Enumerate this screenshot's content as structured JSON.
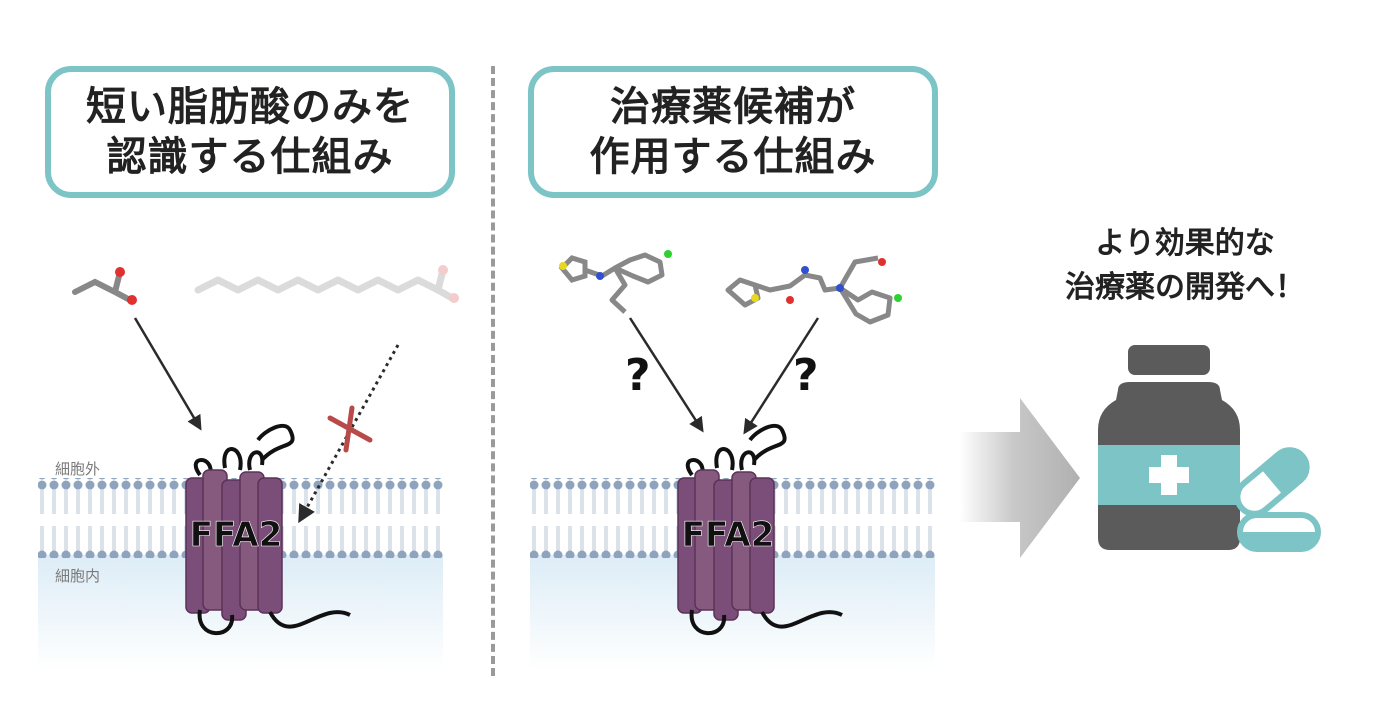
{
  "left_panel": {
    "title_lines": [
      "短い脂肪酸のみを",
      "認識する仕組み"
    ],
    "extracellular_label": "細胞外",
    "intracellular_label": "細胞内",
    "receptor_label": "FFA2"
  },
  "middle_panel": {
    "title_lines": [
      "治療薬候補が",
      "作用する仕組み"
    ],
    "receptor_label": "FFA2",
    "question_marks": [
      "?",
      "?"
    ]
  },
  "right_panel": {
    "caption_lines": [
      "より効果的な",
      "治療薬の開発へ！"
    ]
  },
  "colors": {
    "teal": "#7cc4c6",
    "receptor_purple": "#7a4e78",
    "membrane_blue": "#8ea3bd",
    "bottle_gray": "#5b5b5b",
    "arrow_gray": "#bdbdbd",
    "cross_red": "#b84a4a"
  },
  "icons": [
    "receptor-icon",
    "medicine-bottle-icon",
    "capsule-icon",
    "big-arrow-icon",
    "molecule-icon"
  ]
}
